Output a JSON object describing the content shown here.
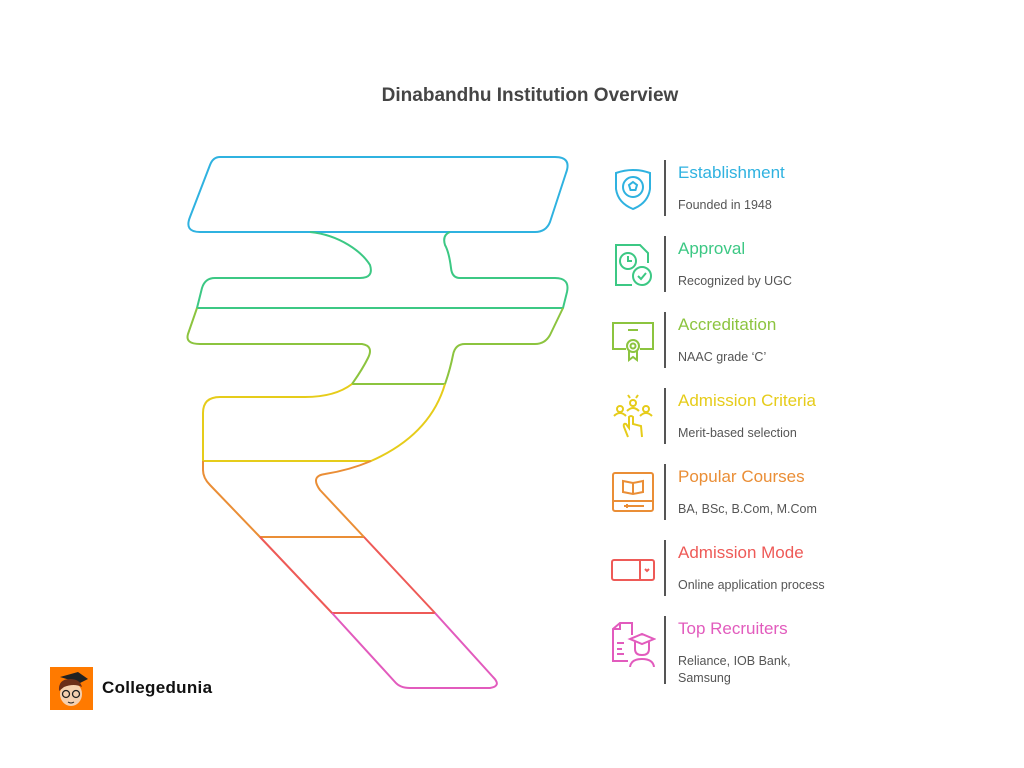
{
  "title": "Dinabandhu Institution Overview",
  "items": [
    {
      "title": "Establishment",
      "desc": "Founded in 1948",
      "icon": "shield-ball-icon",
      "color": "#2fb2e0"
    },
    {
      "title": "Approval",
      "desc": "Recognized by UGC",
      "icon": "document-clock-check-icon",
      "color": "#3cc884"
    },
    {
      "title": "Accreditation",
      "desc": "NAAC grade ‘C’",
      "icon": "certificate-icon",
      "color": "#8cc43f"
    },
    {
      "title": "Admission Criteria",
      "desc": "Merit-based selection",
      "icon": "people-hand-select-icon",
      "color": "#e6cc1a"
    },
    {
      "title": "Popular Courses",
      "desc": "BA, BSc, B.Com, M.Com",
      "icon": "book-icon",
      "color": "#ea8e36"
    },
    {
      "title": "Admission Mode",
      "desc": "Online application process",
      "icon": "dropdown-select-icon",
      "color": "#ee5a57"
    },
    {
      "title": "Top Recruiters",
      "desc": "Reliance, IOB Bank, Samsung",
      "icon": "graduate-document-icon",
      "color": "#e25bbd"
    }
  ],
  "brand": {
    "name": "Collegedunia"
  }
}
